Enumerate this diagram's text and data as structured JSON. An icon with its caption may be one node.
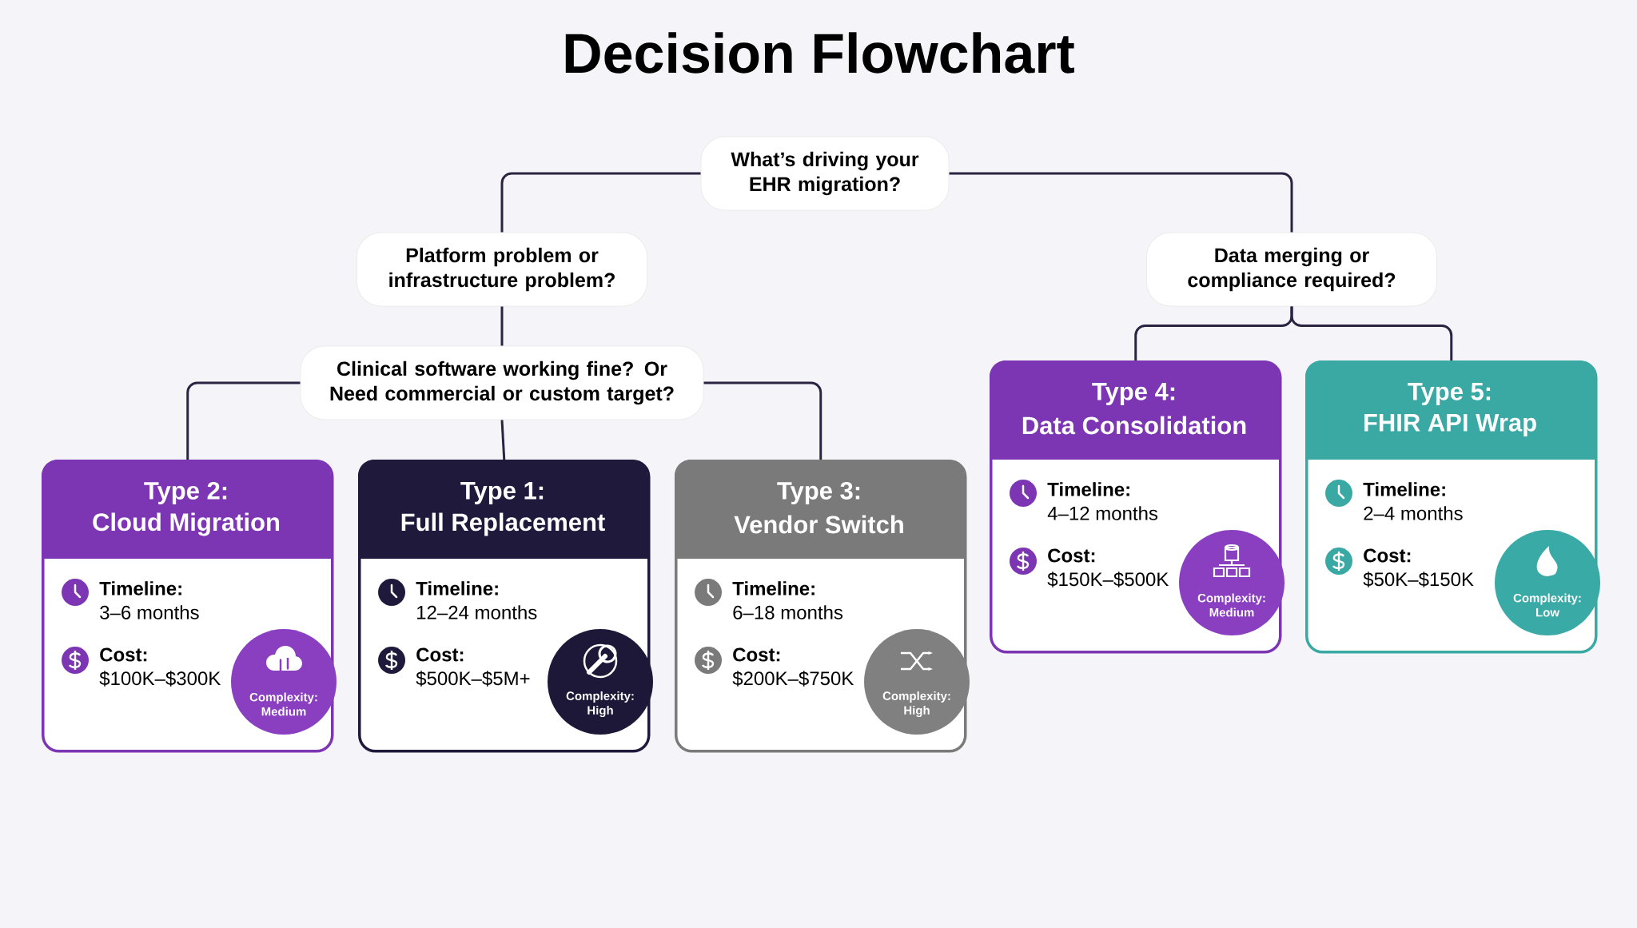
{
  "diagram": {
    "title": "Decision Flowchart",
    "nodes": [
      {
        "text": [
          "What’s driving your EHR migration?"
        ]
      },
      {
        "text": [
          "Platform problem or infrastructure problem?"
        ]
      },
      {
        "text": [
          "Data merging or compliance required?"
        ]
      },
      {
        "text": [
          "Clinical software working fine? Or Need commercial or custom target?"
        ]
      },
      {
        "text": [
          "Type 4:",
          "Data Consolidation",
          "Timeline:",
          "4–12 months",
          "Cost:",
          "$150K–$500K"
        ]
      },
      {
        "text": [
          "Complexity: Medium"
        ],
        "in": 4
      },
      {
        "text": [
          "Type 5:",
          "FHIR API Wrap",
          "Timeline:",
          "2–4 months",
          "Cost:",
          "$50K–$150K"
        ]
      },
      {
        "text": [
          "Complexity: Low"
        ],
        "in": 6
      },
      {
        "text": [
          "Type 2:",
          "Cloud Migration",
          "Timeline:",
          "3–6 months",
          "Cost:",
          "$100K–$300K"
        ]
      },
      {
        "text": [
          "Complexity: Medium"
        ],
        "in": 8
      },
      {
        "text": [
          "Type 1:",
          "Full Replacement",
          "Timeline:",
          "12–24 months",
          "Cost:",
          "$500K–$5M+"
        ]
      },
      {
        "text": [
          "Complexity: High"
        ],
        "in": 10
      },
      {
        "text": [
          "Type 3:",
          "Vendor Switch",
          "Timeline:",
          "6–18 months",
          "Cost:",
          "$200K–$750K"
        ]
      },
      {
        "text": [
          "Complexity: High"
        ],
        "in": 12
      }
    ],
    "edges": [
      {
        "from": 0,
        "to": 1,
        "arrow": "none"
      },
      {
        "from": 0,
        "to": 2,
        "arrow": "none"
      },
      {
        "from": 1,
        "to": 3,
        "arrow": "none"
      },
      {
        "from": 3,
        "to": 8,
        "arrow": "none"
      },
      {
        "from": 3,
        "to": 10,
        "arrow": "none"
      },
      {
        "from": 3,
        "to": 12,
        "arrow": "none"
      },
      {
        "from": 2,
        "to": 4,
        "arrow": "none"
      },
      {
        "from": 2,
        "to": 6,
        "arrow": "none"
      }
    ]
  }
}
